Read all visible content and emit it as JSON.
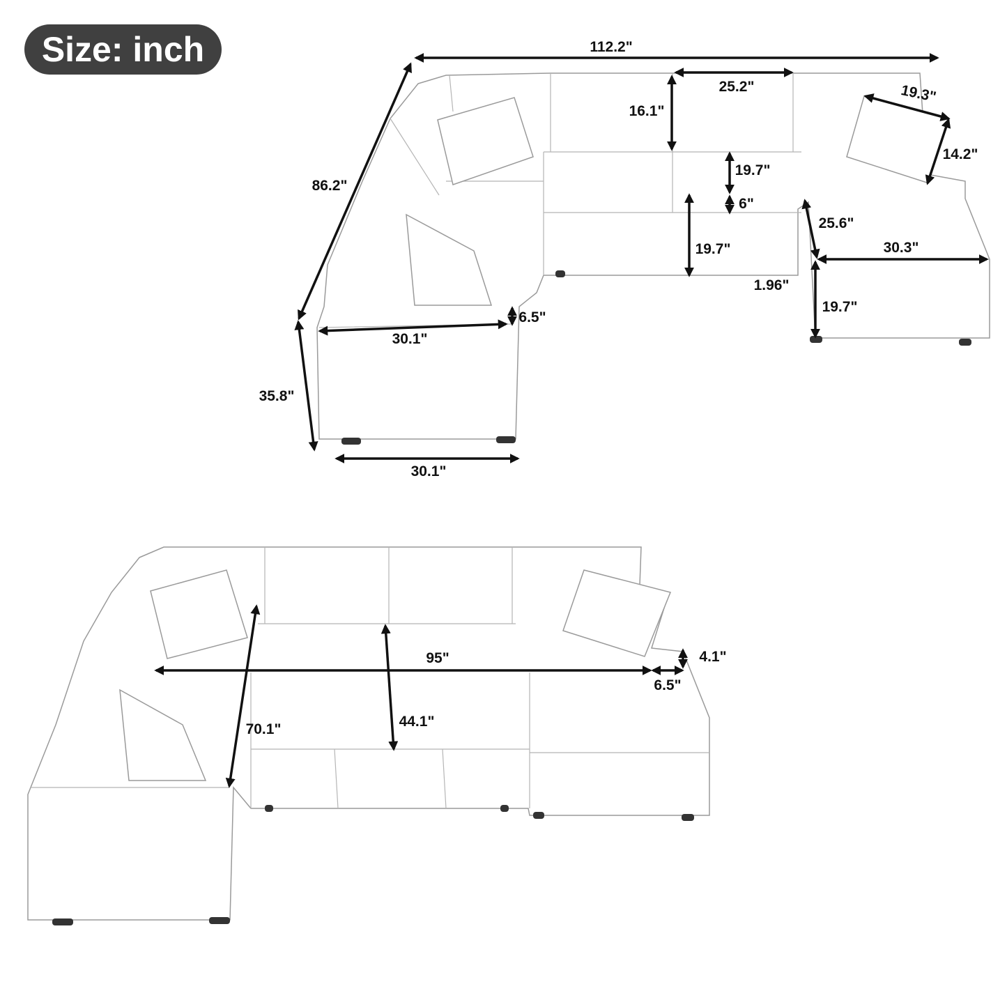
{
  "badge": {
    "label": "Size: inch"
  },
  "top_view": {
    "overall_width": "112.2\"",
    "overall_depth": "86.2\"",
    "back_cushion_width": "25.2\"",
    "back_cushion_height": "16.1\"",
    "pillow_width": "19.3\"",
    "pillow_height": "14.2\"",
    "seat_to_cushion": "19.7\"",
    "cushion_thickness": "6\"",
    "base_height": "19.7\"",
    "leg_height": "1.96\"",
    "ottoman_depth": "25.6\"",
    "ottoman_width": "30.3\"",
    "ottoman_height": "19.7\"",
    "arm_height": "6.5\"",
    "arm_chair_width": "30.1\"",
    "total_height": "35.8\"",
    "base_width": "30.1\""
  },
  "bottom_view": {
    "bed_width": "95\"",
    "arm_top_height": "4.1\"",
    "arm_width": "6.5\"",
    "total_depth": "70.1\"",
    "bed_depth": "44.1\""
  }
}
